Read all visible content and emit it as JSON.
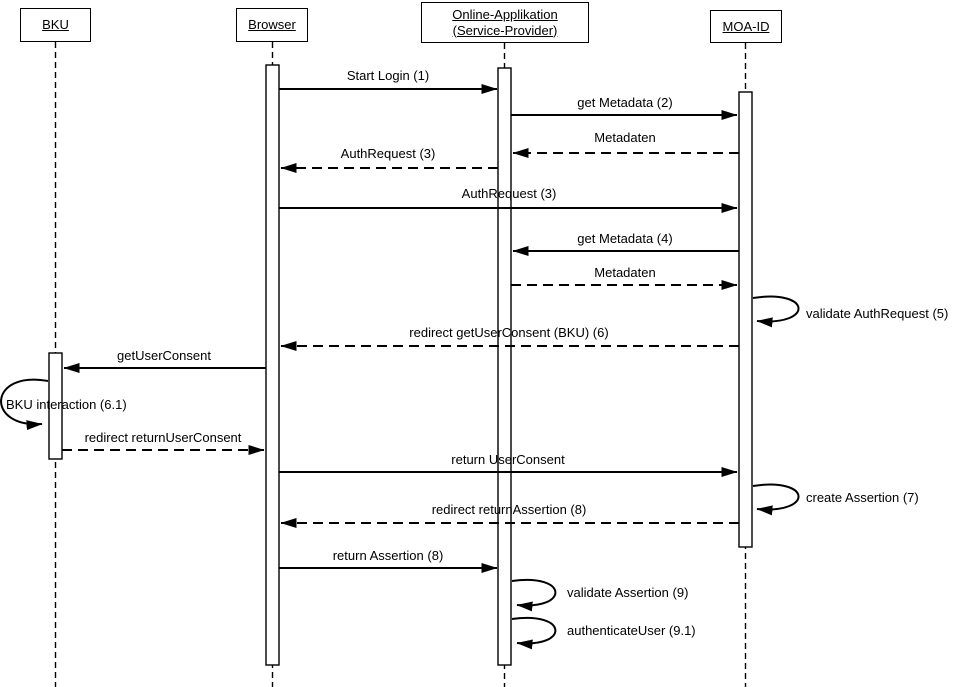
{
  "diagram_type": "uml-sequence",
  "colors": {
    "line": "#000000",
    "background": "#ffffff"
  },
  "actors": [
    {
      "label": "BKU"
    },
    {
      "label": "Browser"
    },
    {
      "label": "Online-Applikation (Service-Provider)"
    },
    {
      "label": "MOA-ID"
    }
  ],
  "messages": [
    {
      "label": "Start Login (1)",
      "from": "Browser",
      "to": "Online-Applikation (Service-Provider)",
      "style": "solid"
    },
    {
      "label": "get Metadata (2)",
      "from": "Online-Applikation (Service-Provider)",
      "to": "MOA-ID",
      "style": "solid"
    },
    {
      "label": "Metadaten",
      "from": "MOA-ID",
      "to": "Online-Applikation (Service-Provider)",
      "style": "dashed"
    },
    {
      "label": "AuthRequest (3)",
      "from": "Online-Applikation (Service-Provider)",
      "to": "Browser",
      "style": "dashed"
    },
    {
      "label": "AuthRequest (3)",
      "from": "Browser",
      "to": "MOA-ID",
      "style": "solid"
    },
    {
      "label": "get Metadata (4)",
      "from": "MOA-ID",
      "to": "Online-Applikation (Service-Provider)",
      "style": "solid"
    },
    {
      "label": "Metadaten",
      "from": "Online-Applikation (Service-Provider)",
      "to": "MOA-ID",
      "style": "dashed"
    },
    {
      "label": "validate AuthRequest (5)",
      "from": "MOA-ID",
      "to": "MOA-ID",
      "style": "self"
    },
    {
      "label": "redirect getUserConsent (BKU) (6)",
      "from": "MOA-ID",
      "to": "Browser",
      "style": "dashed"
    },
    {
      "label": "getUserConsent",
      "from": "Browser",
      "to": "BKU",
      "style": "solid"
    },
    {
      "label": "BKU interaction (6.1)",
      "from": "BKU",
      "to": "BKU",
      "style": "self"
    },
    {
      "label": "redirect returnUserConsent",
      "from": "BKU",
      "to": "Browser",
      "style": "dashed"
    },
    {
      "label": "return UserConsent",
      "from": "Browser",
      "to": "MOA-ID",
      "style": "solid"
    },
    {
      "label": "create Assertion (7)",
      "from": "MOA-ID",
      "to": "MOA-ID",
      "style": "self"
    },
    {
      "label": "redirect returnAssertion (8)",
      "from": "MOA-ID",
      "to": "Browser",
      "style": "dashed"
    },
    {
      "label": "return Assertion (8)",
      "from": "Browser",
      "to": "Online-Applikation (Service-Provider)",
      "style": "solid"
    },
    {
      "label": "validate Assertion (9)",
      "from": "Online-Applikation (Service-Provider)",
      "to": "Online-Applikation (Service-Provider)",
      "style": "self"
    },
    {
      "label": "authenticateUser (9.1)",
      "from": "Online-Applikation (Service-Provider)",
      "to": "Online-Applikation (Service-Provider)",
      "style": "self"
    }
  ]
}
